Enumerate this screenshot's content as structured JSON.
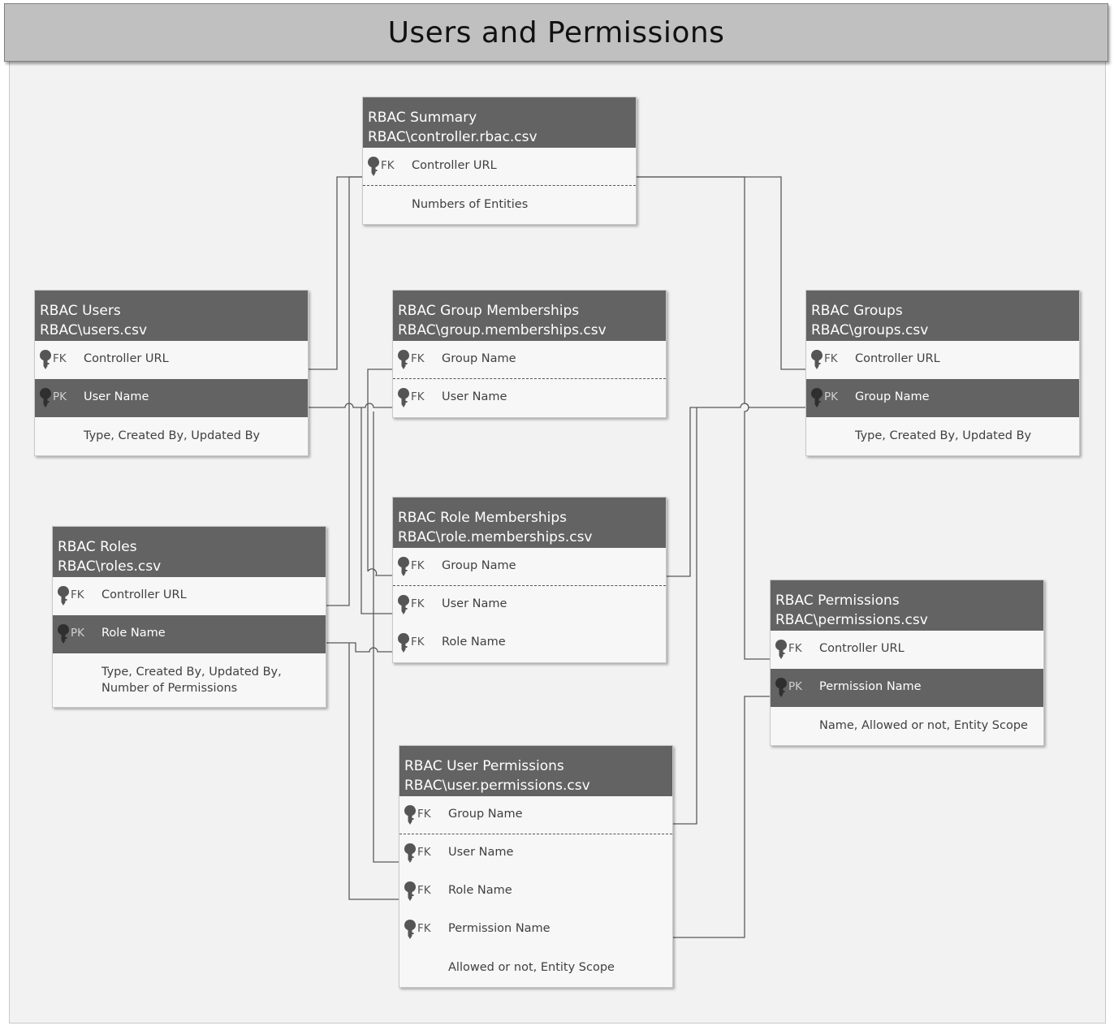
{
  "title": "Users and Permissions",
  "entities": {
    "summary": {
      "name": "RBAC Summary",
      "file": "RBAC\\controller.rbac.csv",
      "rows": [
        {
          "kind": "FK",
          "label": "Controller URL"
        },
        {
          "kind": "",
          "label": "Numbers of Entities"
        }
      ]
    },
    "users": {
      "name": "RBAC Users",
      "file": "RBAC\\users.csv",
      "rows": [
        {
          "kind": "FK",
          "label": "Controller URL"
        },
        {
          "kind": "PK",
          "label": "User Name"
        },
        {
          "kind": "",
          "label": "Type, Created By, Updated By"
        }
      ]
    },
    "group_memberships": {
      "name": "RBAC Group Memberships",
      "file": "RBAC\\group.memberships.csv",
      "rows": [
        {
          "kind": "FK",
          "label": "Group Name"
        },
        {
          "kind": "FK",
          "label": "User Name"
        }
      ]
    },
    "groups": {
      "name": "RBAC Groups",
      "file": "RBAC\\groups.csv",
      "rows": [
        {
          "kind": "FK",
          "label": "Controller URL"
        },
        {
          "kind": "PK",
          "label": "Group Name"
        },
        {
          "kind": "",
          "label": "Type, Created By, Updated By"
        }
      ]
    },
    "roles": {
      "name": "RBAC Roles",
      "file": "RBAC\\roles.csv",
      "rows": [
        {
          "kind": "FK",
          "label": "Controller URL"
        },
        {
          "kind": "PK",
          "label": "Role Name"
        },
        {
          "kind": "",
          "label": "Type, Created By, Updated By, Number of Permissions"
        }
      ]
    },
    "role_memberships": {
      "name": "RBAC Role Memberships",
      "file": "RBAC\\role.memberships.csv",
      "rows": [
        {
          "kind": "FK",
          "label": "Group Name"
        },
        {
          "kind": "FK",
          "label": "User Name"
        },
        {
          "kind": "FK",
          "label": "Role Name"
        }
      ]
    },
    "permissions": {
      "name": "RBAC Permissions",
      "file": "RBAC\\permissions.csv",
      "rows": [
        {
          "kind": "FK",
          "label": "Controller URL"
        },
        {
          "kind": "PK",
          "label": "Permission Name"
        },
        {
          "kind": "",
          "label": "Name, Allowed or not, Entity Scope"
        }
      ]
    },
    "user_permissions": {
      "name": "RBAC User Permissions",
      "file": "RBAC\\user.permissions.csv",
      "rows": [
        {
          "kind": "FK",
          "label": "Group Name"
        },
        {
          "kind": "FK",
          "label": "User Name"
        },
        {
          "kind": "FK",
          "label": "Role Name"
        },
        {
          "kind": "FK",
          "label": "Permission Name"
        },
        {
          "kind": "",
          "label": "Allowed or not, Entity Scope"
        }
      ]
    }
  },
  "colors": {
    "header": "#636363",
    "canvas": "#f2f2f2",
    "title_bar": "#c0c0c0",
    "connector": "#5a5a5a"
  }
}
